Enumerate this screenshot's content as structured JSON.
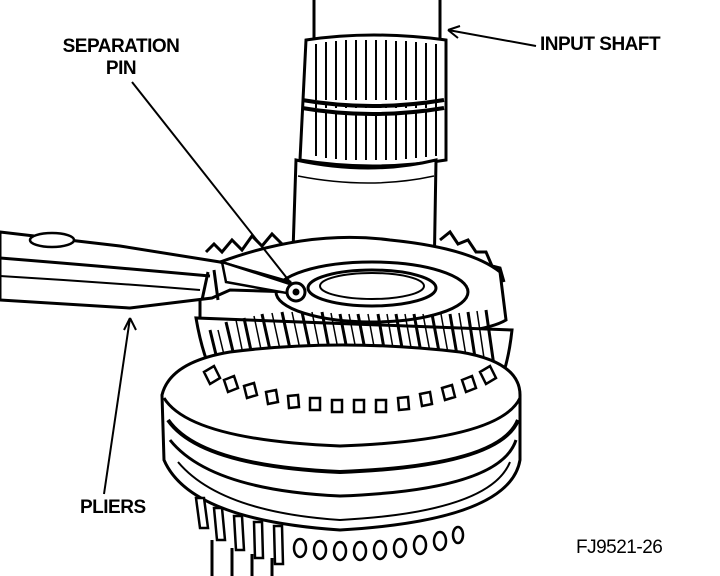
{
  "figure": {
    "labels": {
      "separation_pin_line1": "SEPARATION",
      "separation_pin_line2": "PIN",
      "input_shaft": "INPUT SHAFT",
      "pliers": "PLIERS",
      "figure_id": "FJ9521-26"
    },
    "ink_color": "#000000",
    "paper_color": "#ffffff"
  }
}
